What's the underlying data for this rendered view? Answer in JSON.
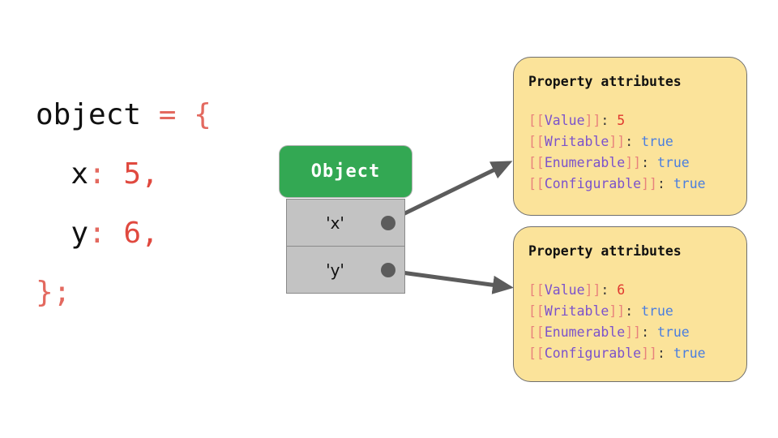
{
  "code": {
    "lines": [
      [
        {
          "t": "object ",
          "c": "plain"
        },
        {
          "t": "= {",
          "c": "punc"
        }
      ],
      [
        {
          "t": "  x",
          "c": "plain"
        },
        {
          "t": ":",
          "c": "punc"
        },
        {
          "t": " 5,",
          "c": "num"
        }
      ],
      [
        {
          "t": "  y",
          "c": "plain"
        },
        {
          "t": ":",
          "c": "punc"
        },
        {
          "t": " 6,",
          "c": "num"
        }
      ],
      [
        {
          "t": "};",
          "c": "punc"
        }
      ]
    ]
  },
  "object_box": {
    "header_label": "Object",
    "header_color": "#33a853",
    "slot_color": "#c3c3c3",
    "slots": [
      {
        "label": "'x'",
        "dot": "connector-dot"
      },
      {
        "label": "'y'",
        "dot": "connector-dot"
      }
    ]
  },
  "arrows": [
    {
      "name": "arrow-x-to-attributes",
      "color": "#5c5c5c"
    },
    {
      "name": "arrow-y-to-attributes",
      "color": "#5c5c5c"
    }
  ],
  "attribute_cards": [
    {
      "title": "Property attributes",
      "bg_color": "#fbe39a",
      "rows": [
        {
          "bracket_open": "[[",
          "key": "Value",
          "bracket_close": "]]",
          "colon": ": ",
          "value": "5",
          "value_kind": "number"
        },
        {
          "bracket_open": "[[",
          "key": "Writable",
          "bracket_close": "]]",
          "colon": ": ",
          "value": "true",
          "value_kind": "boolean"
        },
        {
          "bracket_open": "[[",
          "key": "Enumerable",
          "bracket_close": "]]",
          "colon": ": ",
          "value": "true",
          "value_kind": "boolean"
        },
        {
          "bracket_open": "[[",
          "key": "Configurable",
          "bracket_close": "]]",
          "colon": ": ",
          "value": "true",
          "value_kind": "boolean"
        }
      ]
    },
    {
      "title": "Property attributes",
      "bg_color": "#fbe39a",
      "rows": [
        {
          "bracket_open": "[[",
          "key": "Value",
          "bracket_close": "]]",
          "colon": ": ",
          "value": "6",
          "value_kind": "number"
        },
        {
          "bracket_open": "[[",
          "key": "Writable",
          "bracket_close": "]]",
          "colon": ": ",
          "value": "true",
          "value_kind": "boolean"
        },
        {
          "bracket_open": "[[",
          "key": "Enumerable",
          "bracket_close": "]]",
          "colon": ": ",
          "value": "true",
          "value_kind": "boolean"
        },
        {
          "bracket_open": "[[",
          "key": "Configurable",
          "bracket_close": "]]",
          "colon": ": ",
          "value": "true",
          "value_kind": "boolean"
        }
      ]
    }
  ]
}
